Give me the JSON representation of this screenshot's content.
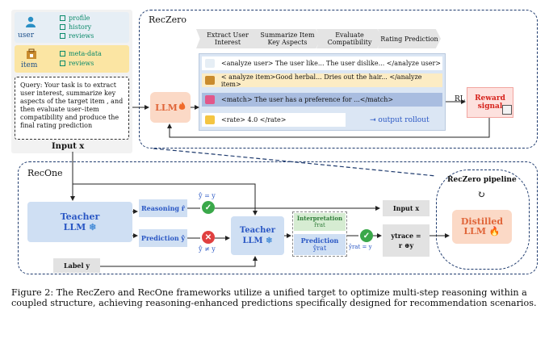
{
  "input_panel": {
    "user_label": "user",
    "user_fields": [
      "profile",
      "history",
      "reviews"
    ],
    "item_label": "item",
    "item_fields": [
      "meta-data",
      "reviews"
    ],
    "query": "Query: Your task is to extract user interest, summarize key aspects of the target item , and then evaluate user–item compatibility and produce the final rating prediction",
    "title": "Input x"
  },
  "reczero": {
    "title": "RecZero",
    "stages": [
      "Extract User Interest",
      "Summarize Item Key Aspects",
      "Evaluate Compatibility",
      "Rating Prediction"
    ],
    "llm_label": "LLM",
    "rows": [
      "<analyze user> The user like... The user dislike... </analyze user>",
      "< analyze item>Good herbal... Dries out the hair... </analyze item>",
      "<match> The user has a preference for ...</match>",
      "<rate> 4.0 </rate>"
    ],
    "output_rollout": "output rollout",
    "rl_label": "RL",
    "reward_line1": "Reward",
    "reward_line2": "signal"
  },
  "recone": {
    "title": "RecOne",
    "teacher_line1": "Teacher",
    "teacher_line2": "LLM",
    "reasoning_label": "Reasoning r̂",
    "prediction_label": "Prediction ŷ",
    "eq_label": "ŷ = y",
    "neq_label": "ŷ ≠ y",
    "label_y": "Label y",
    "interpretation_label": "Interpretation",
    "interpretation_sup": "r̂rat",
    "prediction2_label": "Prediction",
    "prediction2_sym": "ŷrat",
    "eq2_label": "ŷrat = y",
    "input_x": "Input x",
    "ytrace_line1": "ytrace =",
    "ytrace_line2": "r ⊕y"
  },
  "pipeline": {
    "title": "RecZero pipeline",
    "distilled_line1": "Distilled",
    "distilled_line2": "LLM"
  },
  "caption": "Figure 2: The RecZero and RecOne frameworks utilize a unified target to optimize multi-step reasoning within a coupled structure, achieving reasoning-enhanced predictions specifically designed for recommendation scenarios.",
  "colors": {
    "frame": "#1f3b6e",
    "teacher_blue": "#2a57c4",
    "llm_orange": "#e0663a",
    "reward_red": "#d6231c",
    "check_green": "#3aa84a",
    "cross_red": "#e04040"
  }
}
